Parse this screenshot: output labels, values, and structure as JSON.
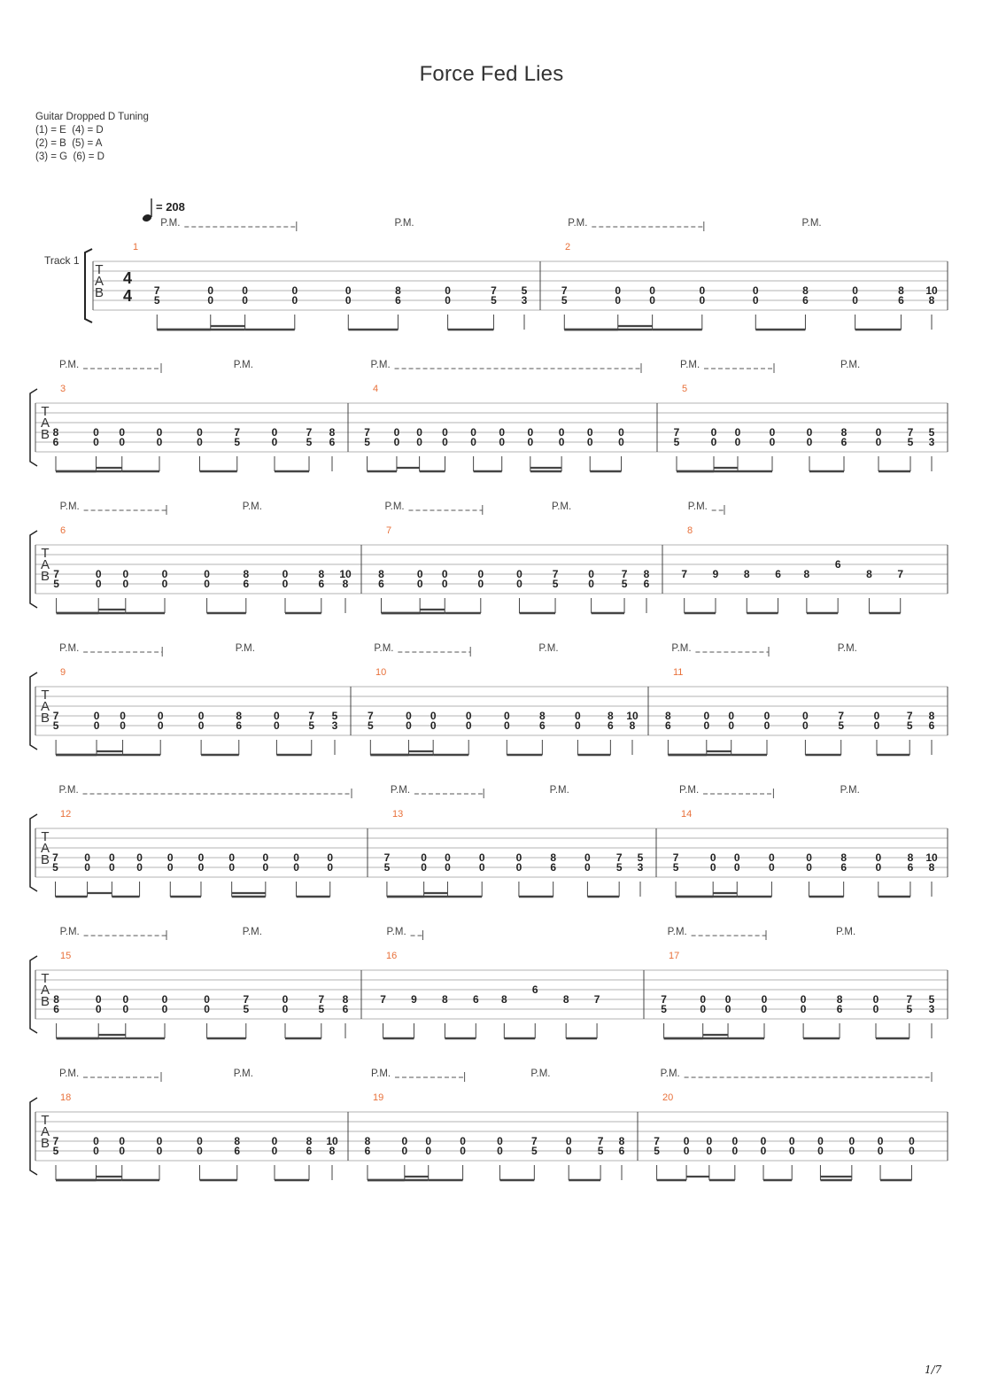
{
  "title": "Force Fed Lies",
  "tuning": {
    "heading": "Guitar Dropped D Tuning",
    "lines": [
      "(1) = E  (4) = D",
      "(2) = B  (5) = A",
      "(3) = G  (6) = D"
    ]
  },
  "tempo": {
    "symbol": "quarter-note-icon",
    "text": "= 208"
  },
  "track_label": "Track 1",
  "time_signature": {
    "top": "4",
    "bottom": "4"
  },
  "tab_letters": [
    "T",
    "A",
    "B"
  ],
  "pm_label": "P.M.",
  "page_number": "1/7",
  "colors": {
    "bar_number": "#e8703a",
    "staff": "#9a9a9a",
    "text": "#222222"
  },
  "notation": {
    "slot_pattern": [
      "q",
      "e",
      "e",
      "q",
      "q",
      "q",
      "q",
      "q",
      "q"
    ],
    "chord_types": {
      "power": "root on string 6 with fifth on string 5",
      "low": "open strings 5 and 6",
      "dyad": "two frets on strings 5 and 6"
    }
  },
  "measures": [
    {
      "number": "1",
      "notes": [
        [
          "7",
          "5"
        ],
        [
          "0",
          "0"
        ],
        [
          "0",
          "0"
        ],
        [
          "0",
          "0"
        ],
        [
          "0",
          "0"
        ],
        [
          "8",
          "6"
        ],
        [
          "0",
          "0"
        ],
        [
          "7",
          "5"
        ],
        [
          "5",
          "3"
        ]
      ]
    },
    {
      "number": "2",
      "notes": [
        [
          "7",
          "5"
        ],
        [
          "0",
          "0"
        ],
        [
          "0",
          "0"
        ],
        [
          "0",
          "0"
        ],
        [
          "0",
          "0"
        ],
        [
          "8",
          "6"
        ],
        [
          "0",
          "0"
        ],
        [
          "8",
          "6"
        ],
        [
          "10",
          "8"
        ]
      ]
    },
    {
      "number": "3",
      "notes": [
        [
          "8",
          "6"
        ],
        [
          "0",
          "0"
        ],
        [
          "0",
          "0"
        ],
        [
          "0",
          "0"
        ],
        [
          "0",
          "0"
        ],
        [
          "7",
          "5"
        ],
        [
          "0",
          "0"
        ],
        [
          "7",
          "5"
        ],
        [
          "8",
          "6"
        ]
      ]
    },
    {
      "number": "4",
      "notes": [
        [
          "7",
          "5"
        ],
        [
          "0",
          "0"
        ],
        [
          "0",
          "0"
        ],
        [
          "0",
          "0"
        ],
        [
          "0",
          "0"
        ],
        [
          "0",
          "0"
        ],
        [
          "0",
          "0"
        ],
        [
          "0",
          "0"
        ],
        [
          "0",
          "0"
        ],
        [
          "0",
          "0"
        ]
      ]
    },
    {
      "number": "5",
      "notes": [
        [
          "7",
          "5"
        ],
        [
          "0",
          "0"
        ],
        [
          "0",
          "0"
        ],
        [
          "0",
          "0"
        ],
        [
          "0",
          "0"
        ],
        [
          "8",
          "6"
        ],
        [
          "0",
          "0"
        ],
        [
          "7",
          "5"
        ],
        [
          "5",
          "3"
        ]
      ]
    },
    {
      "number": "6",
      "notes": [
        [
          "7",
          "5"
        ],
        [
          "0",
          "0"
        ],
        [
          "0",
          "0"
        ],
        [
          "0",
          "0"
        ],
        [
          "0",
          "0"
        ],
        [
          "8",
          "6"
        ],
        [
          "0",
          "0"
        ],
        [
          "8",
          "6"
        ],
        [
          "10",
          "8"
        ]
      ]
    },
    {
      "number": "7",
      "notes": [
        [
          "8",
          "6"
        ],
        [
          "0",
          "0"
        ],
        [
          "0",
          "0"
        ],
        [
          "0",
          "0"
        ],
        [
          "0",
          "0"
        ],
        [
          "7",
          "5"
        ],
        [
          "0",
          "0"
        ],
        [
          "7",
          "5"
        ],
        [
          "8",
          "6"
        ]
      ]
    },
    {
      "number": "8",
      "notes": [
        [
          "7"
        ],
        [
          "9"
        ],
        [
          "8"
        ],
        [
          "6"
        ],
        [
          "8"
        ],
        [
          "6"
        ],
        [
          "8"
        ],
        [
          "7"
        ]
      ]
    },
    {
      "number": "9",
      "notes": [
        [
          "7",
          "5"
        ],
        [
          "0",
          "0"
        ],
        [
          "0",
          "0"
        ],
        [
          "0",
          "0"
        ],
        [
          "0",
          "0"
        ],
        [
          "8",
          "6"
        ],
        [
          "0",
          "0"
        ],
        [
          "7",
          "5"
        ],
        [
          "5",
          "3"
        ]
      ]
    },
    {
      "number": "10",
      "notes": [
        [
          "7",
          "5"
        ],
        [
          "0",
          "0"
        ],
        [
          "0",
          "0"
        ],
        [
          "0",
          "0"
        ],
        [
          "0",
          "0"
        ],
        [
          "8",
          "6"
        ],
        [
          "0",
          "0"
        ],
        [
          "8",
          "6"
        ],
        [
          "10",
          "8"
        ]
      ]
    },
    {
      "number": "11",
      "notes": [
        [
          "8",
          "6"
        ],
        [
          "0",
          "0"
        ],
        [
          "0",
          "0"
        ],
        [
          "0",
          "0"
        ],
        [
          "0",
          "0"
        ],
        [
          "7",
          "5"
        ],
        [
          "0",
          "0"
        ],
        [
          "7",
          "5"
        ],
        [
          "8",
          "6"
        ]
      ]
    },
    {
      "number": "12",
      "notes": [
        [
          "7",
          "5"
        ],
        [
          "0",
          "0"
        ],
        [
          "0",
          "0"
        ],
        [
          "0",
          "0"
        ],
        [
          "0",
          "0"
        ],
        [
          "0",
          "0"
        ],
        [
          "0",
          "0"
        ],
        [
          "0",
          "0"
        ],
        [
          "0",
          "0"
        ],
        [
          "0",
          "0"
        ]
      ]
    },
    {
      "number": "13",
      "notes": [
        [
          "7",
          "5"
        ],
        [
          "0",
          "0"
        ],
        [
          "0",
          "0"
        ],
        [
          "0",
          "0"
        ],
        [
          "0",
          "0"
        ],
        [
          "8",
          "6"
        ],
        [
          "0",
          "0"
        ],
        [
          "7",
          "5"
        ],
        [
          "5",
          "3"
        ]
      ]
    },
    {
      "number": "14",
      "notes": [
        [
          "7",
          "5"
        ],
        [
          "0",
          "0"
        ],
        [
          "0",
          "0"
        ],
        [
          "0",
          "0"
        ],
        [
          "0",
          "0"
        ],
        [
          "8",
          "6"
        ],
        [
          "0",
          "0"
        ],
        [
          "8",
          "6"
        ],
        [
          "10",
          "8"
        ]
      ]
    },
    {
      "number": "15",
      "notes": [
        [
          "8",
          "6"
        ],
        [
          "0",
          "0"
        ],
        [
          "0",
          "0"
        ],
        [
          "0",
          "0"
        ],
        [
          "0",
          "0"
        ],
        [
          "7",
          "5"
        ],
        [
          "0",
          "0"
        ],
        [
          "7",
          "5"
        ],
        [
          "8",
          "6"
        ]
      ]
    },
    {
      "number": "16",
      "notes": [
        [
          "7"
        ],
        [
          "9"
        ],
        [
          "8"
        ],
        [
          "6"
        ],
        [
          "8"
        ],
        [
          "6"
        ],
        [
          "8"
        ],
        [
          "7"
        ]
      ]
    },
    {
      "number": "17",
      "notes": [
        [
          "7",
          "5"
        ],
        [
          "0",
          "0"
        ],
        [
          "0",
          "0"
        ],
        [
          "0",
          "0"
        ],
        [
          "0",
          "0"
        ],
        [
          "8",
          "6"
        ],
        [
          "0",
          "0"
        ],
        [
          "7",
          "5"
        ],
        [
          "5",
          "3"
        ]
      ]
    },
    {
      "number": "18",
      "notes": [
        [
          "7",
          "5"
        ],
        [
          "0",
          "0"
        ],
        [
          "0",
          "0"
        ],
        [
          "0",
          "0"
        ],
        [
          "0",
          "0"
        ],
        [
          "8",
          "6"
        ],
        [
          "0",
          "0"
        ],
        [
          "8",
          "6"
        ],
        [
          "10",
          "8"
        ]
      ]
    },
    {
      "number": "19",
      "notes": [
        [
          "8",
          "6"
        ],
        [
          "0",
          "0"
        ],
        [
          "0",
          "0"
        ],
        [
          "0",
          "0"
        ],
        [
          "0",
          "0"
        ],
        [
          "7",
          "5"
        ],
        [
          "0",
          "0"
        ],
        [
          "7",
          "5"
        ],
        [
          "8",
          "6"
        ]
      ]
    },
    {
      "number": "20",
      "notes": [
        [
          "7",
          "5"
        ],
        [
          "0",
          "0"
        ],
        [
          "0",
          "0"
        ],
        [
          "0",
          "0"
        ],
        [
          "0",
          "0"
        ],
        [
          "0",
          "0"
        ],
        [
          "0",
          "0"
        ],
        [
          "0",
          "0"
        ],
        [
          "0",
          "0"
        ],
        [
          "0",
          "0"
        ]
      ]
    }
  ]
}
